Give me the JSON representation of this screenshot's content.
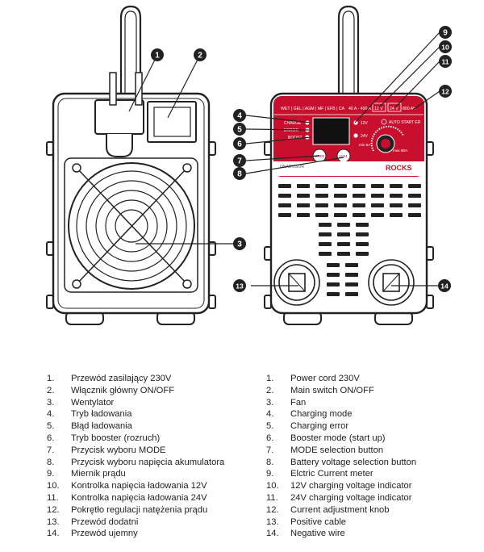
{
  "device": {
    "brand": "ROCKS",
    "top_strip_label": "WET | GEL | AGM | MF | EFB | CA",
    "current_range_label": "40 A - 400 A",
    "indicator_12v": "12 V",
    "indicator_24v": "24 V",
    "capacity_label": "800 Ah",
    "auto_start_label": "AUTO START ER",
    "label_charge": "CHARGE",
    "label_error": "ERROR",
    "label_boost": "BOOST",
    "meter_12v": "12V",
    "meter_24v": "24V",
    "knob_min": "min 5A",
    "knob_max": "max 80A",
    "button_mode": "MODE",
    "button_voltage": "12/24",
    "bottom_label": "ONADVISOR"
  },
  "callouts": [
    "1",
    "2",
    "3",
    "4",
    "5",
    "6",
    "7",
    "8",
    "9",
    "10",
    "11",
    "12",
    "13",
    "14"
  ],
  "legend_pl": [
    {
      "num": "1.",
      "text": "Przewód zasilający 230V"
    },
    {
      "num": "2.",
      "text": "Włącznik główny ON/OFF"
    },
    {
      "num": "3.",
      "text": "Wentylator"
    },
    {
      "num": "4.",
      "text": "Tryb ładowania"
    },
    {
      "num": "5.",
      "text": "Błąd ładowania"
    },
    {
      "num": "6.",
      "text": "Tryb booster (rozruch)"
    },
    {
      "num": "7.",
      "text": "Przycisk wyboru MODE"
    },
    {
      "num": "8.",
      "text": "Przycisk wyboru napięcia akumulatora"
    },
    {
      "num": "9.",
      "text": "Miernik prądu"
    },
    {
      "num": "10.",
      "text": "Kontrolka napięcia ładowania 12V"
    },
    {
      "num": "11.",
      "text": "Kontrolka napięcia ładowania 24V"
    },
    {
      "num": "12.",
      "text": "Pokrętło regulacji natężenia prądu"
    },
    {
      "num": "13.",
      "text": "Przewód dodatni"
    },
    {
      "num": "14.",
      "text": "Przewód ujemny"
    }
  ],
  "legend_en": [
    {
      "num": "1.",
      "text": "Power cord 230V"
    },
    {
      "num": "2.",
      "text": "Main switch ON/OFF"
    },
    {
      "num": "3.",
      "text": "Fan"
    },
    {
      "num": "4.",
      "text": "Charging mode"
    },
    {
      "num": "5.",
      "text": "Charging error"
    },
    {
      "num": "6.",
      "text": "Booster mode (start up)"
    },
    {
      "num": "7.",
      "text": "MODE selection button"
    },
    {
      "num": "8.",
      "text": "Battery voltage selection button"
    },
    {
      "num": "9.",
      "text": "Elctric Current meter"
    },
    {
      "num": "10.",
      "text": "12V charging voltage indicator"
    },
    {
      "num": "11.",
      "text": "24V charging voltage indicator"
    },
    {
      "num": "12.",
      "text": "Current adjustment knob"
    },
    {
      "num": "13.",
      "text": "Positive cable"
    },
    {
      "num": "14.",
      "text": "Negative wire"
    }
  ]
}
